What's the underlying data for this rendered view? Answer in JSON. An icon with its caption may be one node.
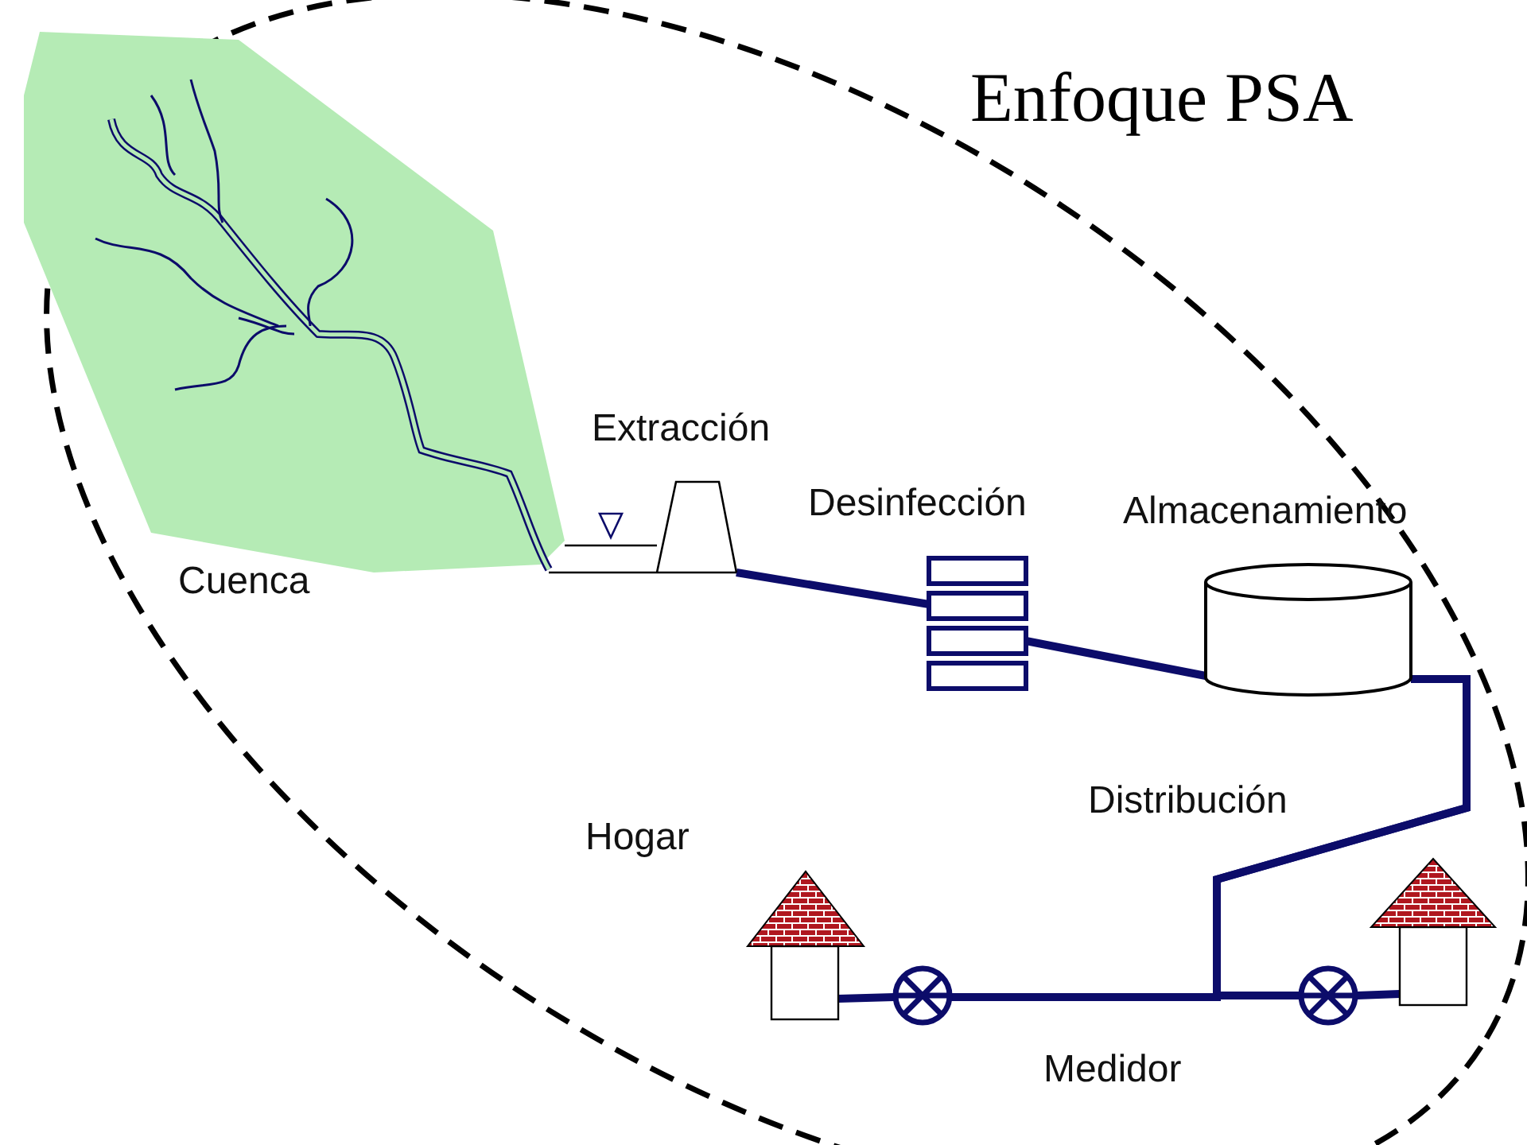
{
  "diagram": {
    "title": "Enfoque PSA",
    "nodes": [
      {
        "text": [
          "Cuenca"
        ]
      },
      {
        "text": [
          "Extracción"
        ]
      },
      {
        "text": [
          "Desinfección"
        ]
      },
      {
        "text": [
          "Almacenamiento"
        ]
      },
      {
        "text": [
          "Hogar"
        ]
      },
      {
        "text": [],
        "shape": "circle"
      },
      {
        "text": [],
        "shape": "circle"
      },
      {
        "text": [],
        "shape": "picture"
      }
    ],
    "edges": [
      {
        "from": 1,
        "to": 2,
        "arrow": "none"
      },
      {
        "from": 2,
        "to": 3,
        "arrow": "none"
      },
      {
        "from": 3,
        "to": 5,
        "arrow": "none"
      },
      {
        "from": 3,
        "to": 6,
        "arrow": "none"
      },
      {
        "from": 5,
        "to": 4,
        "arrow": "none"
      },
      {
        "from": 6,
        "to": 7,
        "arrow": "none"
      }
    ],
    "labels": [
      "Distribución",
      "Medidor"
    ]
  }
}
